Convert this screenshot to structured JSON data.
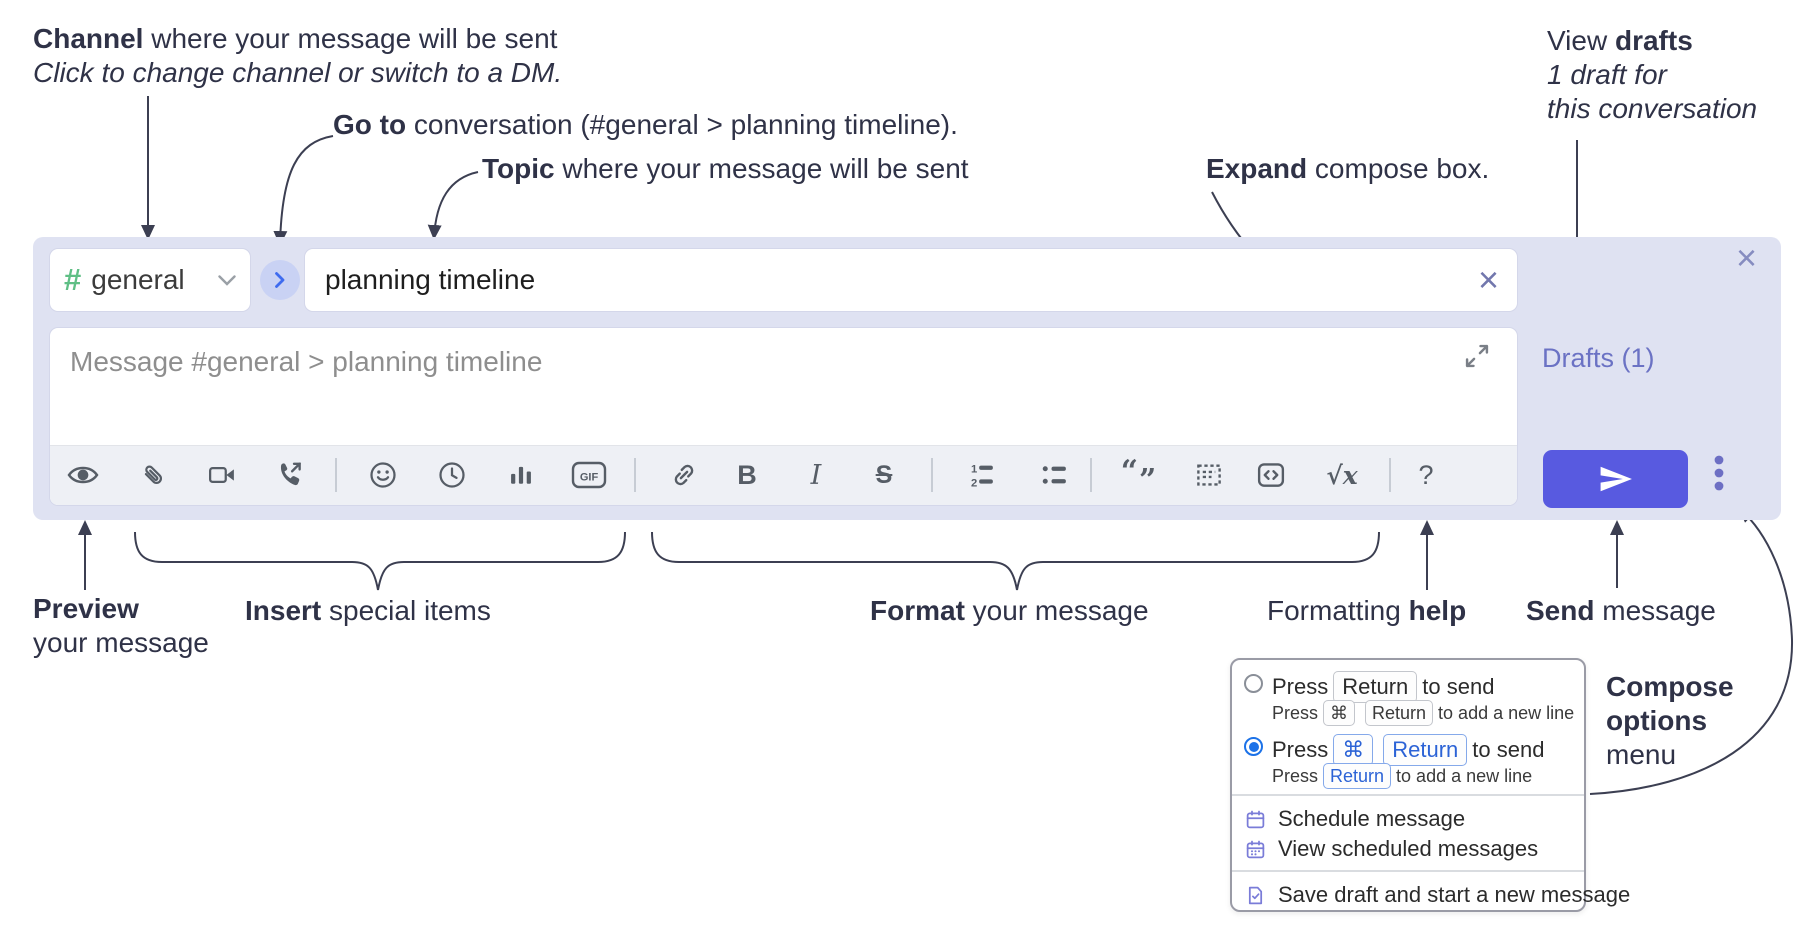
{
  "colors": {
    "annotation_text": "#2f3247",
    "connector": "#3c3f52",
    "compose_bg": "#dfe2f2",
    "hash_green": "#5fbf85",
    "goto_circle_bg": "#c9d2f4",
    "goto_chevron_blue": "#3e6bef",
    "drafts_link_purple": "#6b72c4",
    "send_button_bg": "#585ae0",
    "toolbar_icon_gray": "#565d66",
    "kbd_blue_text": "#2c63d6",
    "radio_selected_blue": "#1c72e8",
    "menu_icon_purple": "#7a7cd8"
  },
  "annotations": {
    "channel": {
      "bold": "Channel",
      "rest": " where your message will be sent",
      "sub": "Click to change channel or switch to a DM."
    },
    "go_to": {
      "bold": "Go to",
      "rest": " conversation (#general > planning timeline)."
    },
    "topic": {
      "bold": "Topic",
      "rest": " where your message will be sent"
    },
    "expand": {
      "bold": "Expand",
      "rest": " compose box."
    },
    "view_drafts": {
      "pre": "View ",
      "bold": "drafts",
      "line2": "1 draft for",
      "line3": "this conversation"
    },
    "preview": {
      "bold": "Preview",
      "line2": "your message"
    },
    "insert": {
      "bold": "Insert",
      "rest": " special items"
    },
    "format": {
      "bold": "Format",
      "rest": " your message"
    },
    "formatting_help": {
      "pre": "Formatting ",
      "bold": "help"
    },
    "send": {
      "bold": "Send",
      "rest": " message"
    },
    "compose_options": {
      "line1": "Compose",
      "line2": "options",
      "line3": "menu"
    }
  },
  "compose": {
    "channel": {
      "hash": "#",
      "name": "general"
    },
    "topic_input": {
      "value": "planning timeline"
    },
    "message_input": {
      "placeholder": "Message #general > planning timeline"
    },
    "drafts_link": "Drafts (1)",
    "close_glyph": "×",
    "clear_glyph": "×",
    "toolbar": {
      "gif_label": "GIF",
      "bold_label": "B",
      "italic_label": "I",
      "strike_label": "S",
      "ol_1": "1",
      "ol_2": "2",
      "quote_open": "“",
      "quote_close": "”",
      "math_label": "√x",
      "help_label": "?"
    }
  },
  "menu": {
    "option1": {
      "pre": "Press",
      "key": "Return",
      "post": "to send",
      "sub_pre": "Press",
      "sub_key1": "⌘",
      "sub_key2": "Return",
      "sub_post": "to add a new line"
    },
    "option2": {
      "pre": "Press",
      "key1": "⌘",
      "key2": "Return",
      "post": "to send",
      "sub_pre": "Press",
      "sub_key": "Return",
      "sub_post": "to add a new line"
    },
    "items": [
      {
        "label": "Schedule message"
      },
      {
        "label": "View scheduled messages"
      },
      {
        "label": "Save draft and start a new message"
      }
    ]
  }
}
